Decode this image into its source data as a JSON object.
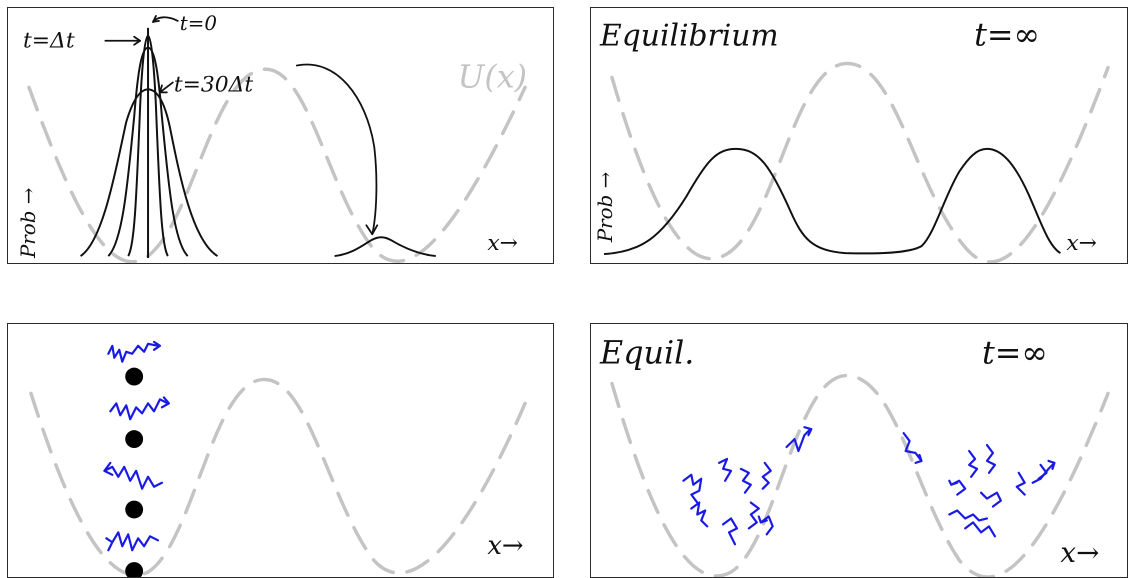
{
  "panels": {
    "top_left": {
      "label_t_zero": "t=0",
      "label_t_dt": "t=Δt",
      "label_t_30dt": "t=30Δt",
      "label_potential": "U(x)",
      "ylabel": "Prob →",
      "xlabel": "x→"
    },
    "top_right": {
      "title": "Equilibrium",
      "time_label": "t=∞",
      "ylabel": "Prob →",
      "xlabel": "x→"
    },
    "bottom_left": {
      "xlabel": "x→"
    },
    "bottom_right": {
      "title": "Equil.",
      "time_label": "t=∞",
      "xlabel": "x→"
    }
  },
  "colors": {
    "potential": "#c4c4c4",
    "curve": "#111111",
    "squiggle": "#1a1ae6",
    "bead": "#000000"
  }
}
